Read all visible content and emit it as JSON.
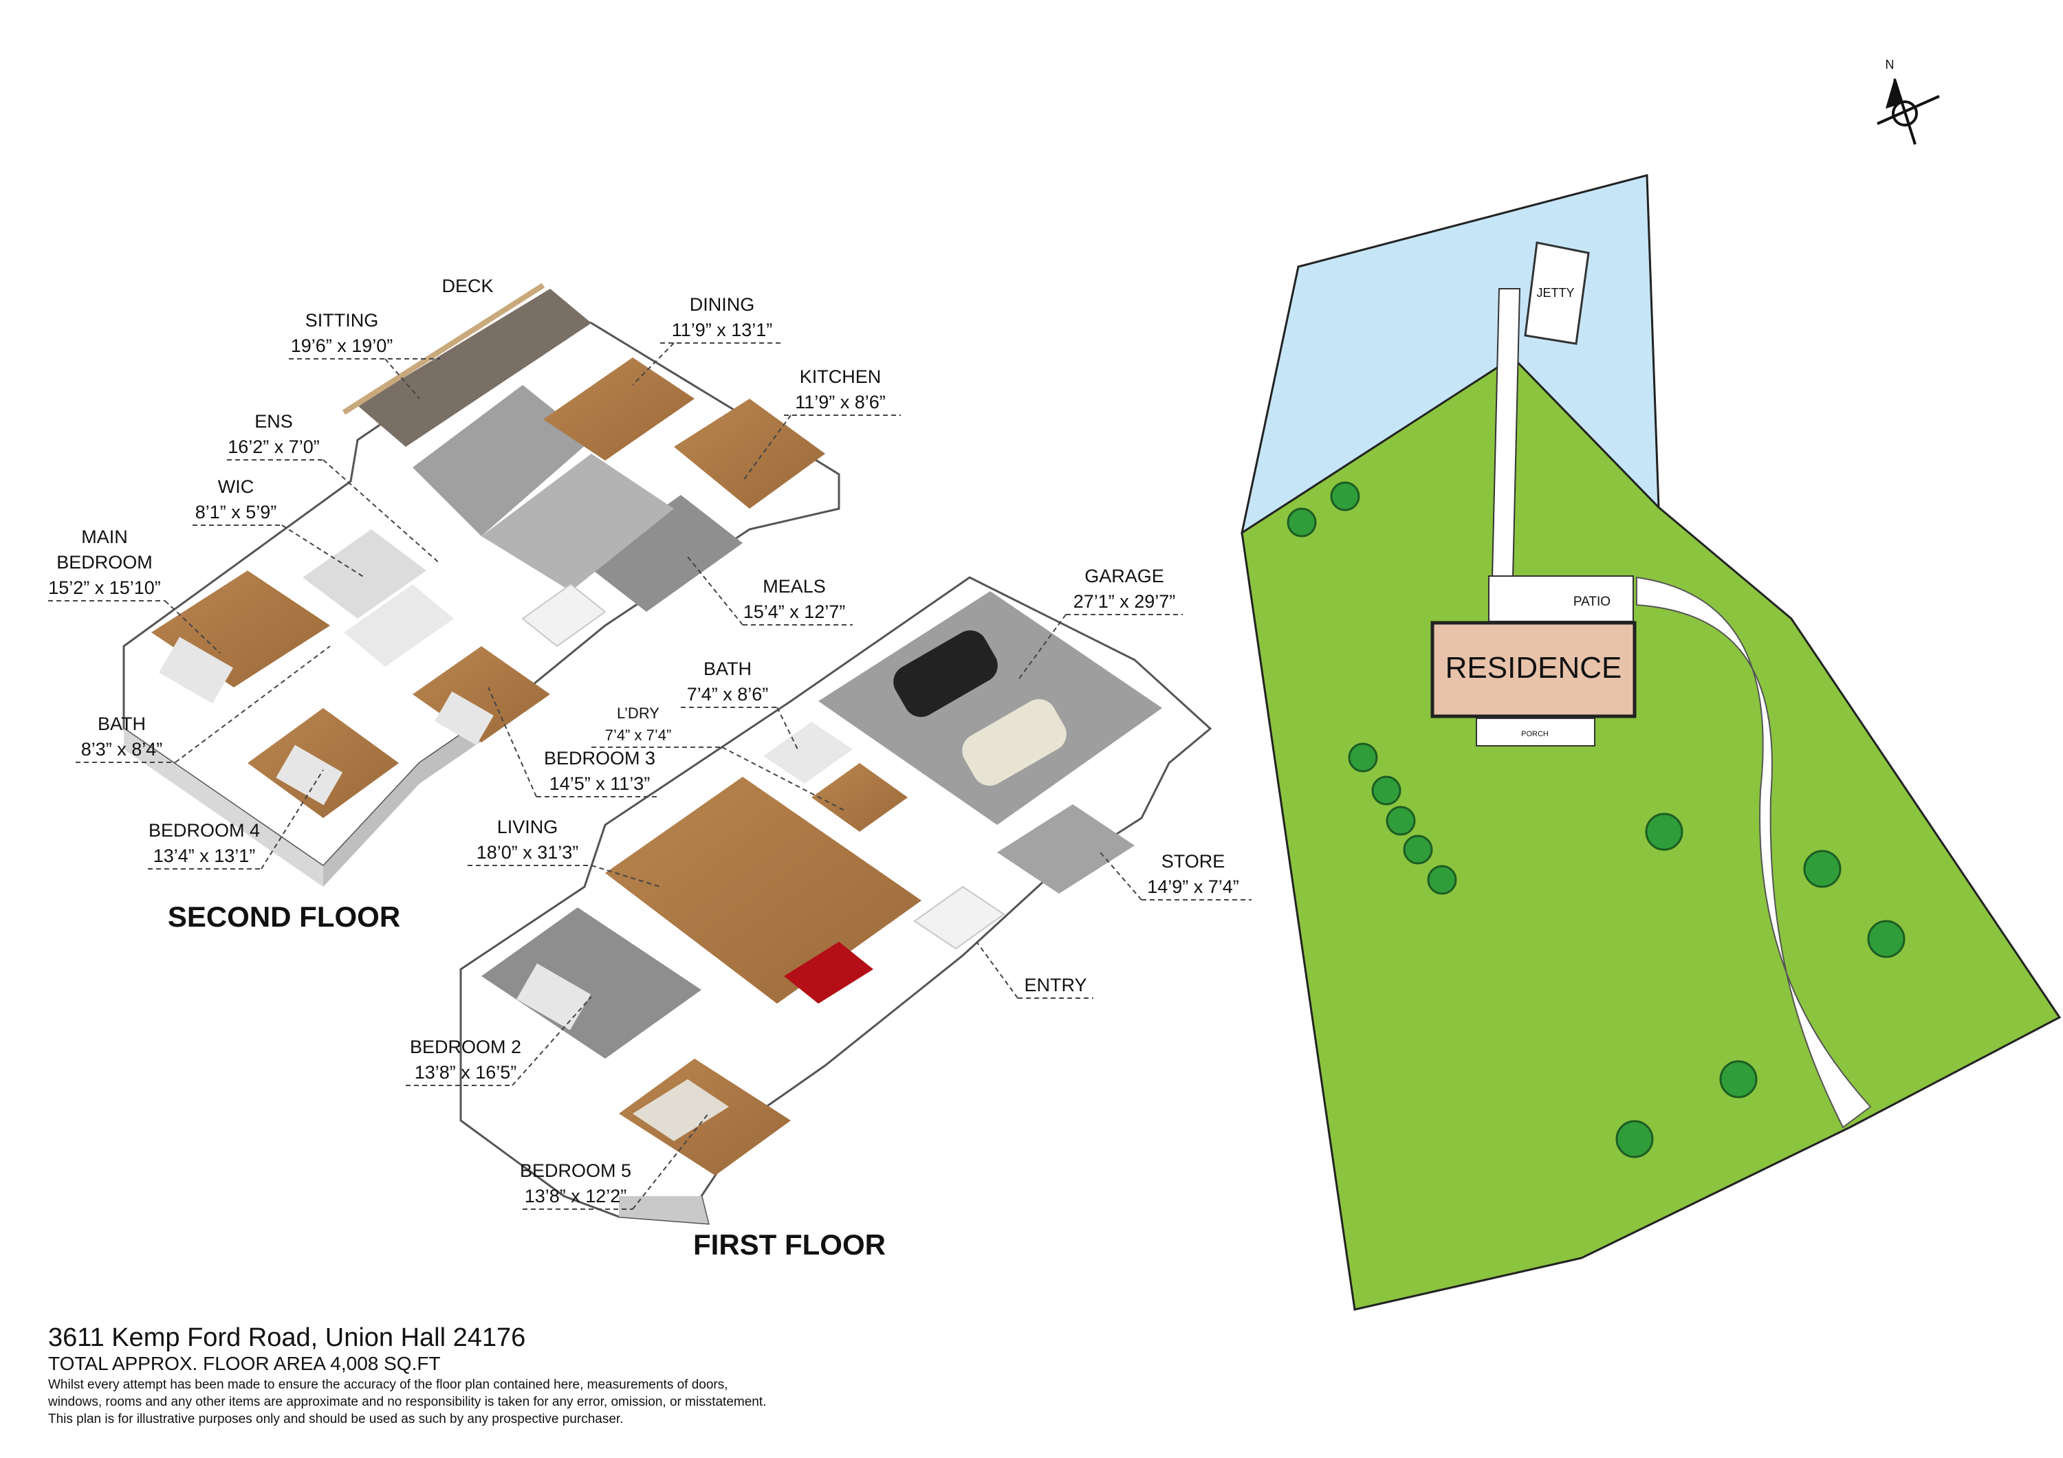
{
  "second_floor": {
    "title": "SECOND FLOOR",
    "rooms": [
      {
        "name": "DECK",
        "dims": ""
      },
      {
        "name": "SITTING",
        "dims": "19’6” x 19’0”"
      },
      {
        "name": "DINING",
        "dims": "11’9” x 13’1”"
      },
      {
        "name": "KITCHEN",
        "dims": "11’9” x 8’6”"
      },
      {
        "name": "ENS",
        "dims": "16’2” x 7’0”"
      },
      {
        "name": "WIC",
        "dims": "8’1” x 5’9”"
      },
      {
        "name": "MAIN",
        "name2": "BEDROOM",
        "dims": "15’2” x 15’10”"
      },
      {
        "name": "MEALS",
        "dims": "15’4” x 12’7”"
      },
      {
        "name": "BATH",
        "dims": "8’3” x 8’4”"
      },
      {
        "name": "BEDROOM 3",
        "dims": "14’5” x 11’3”"
      },
      {
        "name": "BEDROOM 4",
        "dims": "13’4” x 13’1”"
      }
    ]
  },
  "first_floor": {
    "title": "FIRST FLOOR",
    "rooms": [
      {
        "name": "GARAGE",
        "dims": "27’1” x 29’7”"
      },
      {
        "name": "BATH",
        "dims": "7’4” x 8’6”"
      },
      {
        "name": "L’DRY",
        "dims": "7’4” x 7’4”"
      },
      {
        "name": "LIVING",
        "dims": "18’0” x 31’3”"
      },
      {
        "name": "STORE",
        "dims": "14’9” x 7’4”"
      },
      {
        "name": "ENTRY",
        "dims": ""
      },
      {
        "name": "BEDROOM 2",
        "dims": "13’8” x 16’5”"
      },
      {
        "name": "BEDROOM 5",
        "dims": "13’8” x 12’2”"
      }
    ]
  },
  "site_plan": {
    "north": "N",
    "jetty": "JETTY",
    "patio": "PATIO",
    "residence": "RESIDENCE",
    "porch": "PORCH"
  },
  "colors": {
    "water": "#c6e6f7",
    "lawn": "#8bc43f",
    "residence": "#e8c3aa",
    "wood": "#b37e4a",
    "carpet": "#9a9a9a",
    "wall": "#ffffff"
  },
  "footer": {
    "address": "3611 Kemp Ford Road, Union Hall 24176",
    "area": "TOTAL APPROX. FLOOR AREA 4,008 SQ.FT",
    "disclaimer_1": "Whilst every attempt has been made to ensure the accuracy of the floor plan contained here, measurements of doors,",
    "disclaimer_2": "windows, rooms and any other items are approximate and no responsibility is taken for any error, omission, or misstatement.",
    "disclaimer_3": "This plan is for illustrative purposes only and should be used as such by any prospective purchaser."
  }
}
